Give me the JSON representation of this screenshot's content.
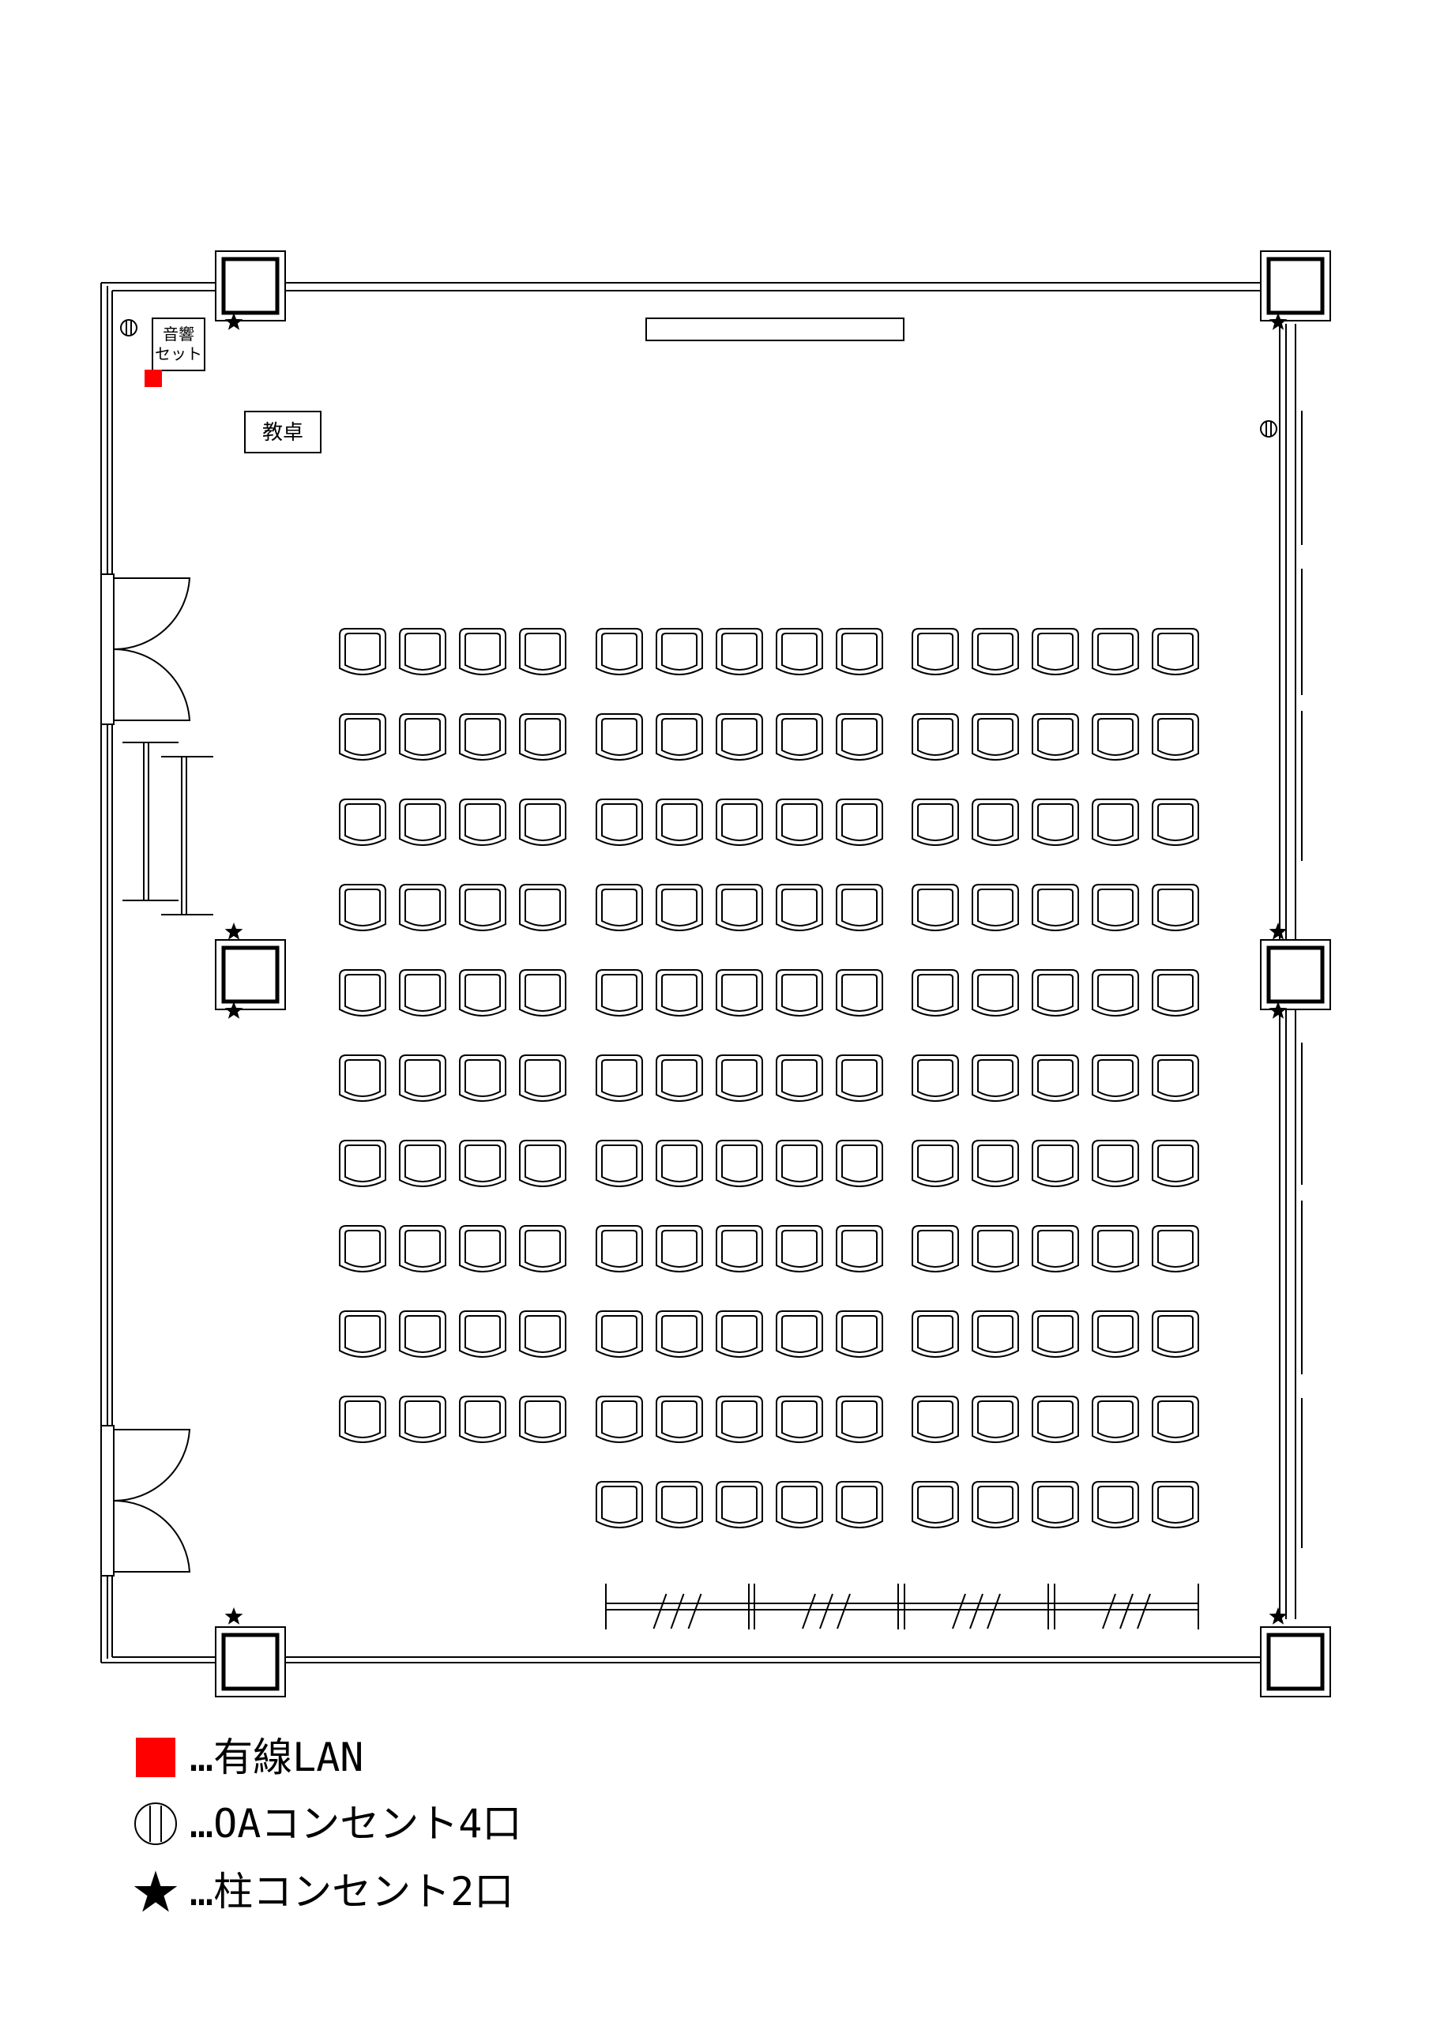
{
  "room": {
    "sound_set_label": [
      "音響",
      "セット"
    ],
    "podium_label": "教卓"
  },
  "seating": {
    "block_columns": [
      4,
      5,
      5
    ],
    "rows_per_block": [
      10,
      11,
      11
    ]
  },
  "legend": {
    "items": [
      {
        "icon": "lan-square-icon",
        "color": "#ff0000",
        "text": "…有線LAN"
      },
      {
        "icon": "oa-outlet-icon",
        "text": "…OAコンセント4口"
      },
      {
        "icon": "pillar-outlet-star-icon",
        "text": "…柱コンセント2口"
      }
    ]
  },
  "colors": {
    "lan": "#ff0000",
    "line": "#000000"
  }
}
